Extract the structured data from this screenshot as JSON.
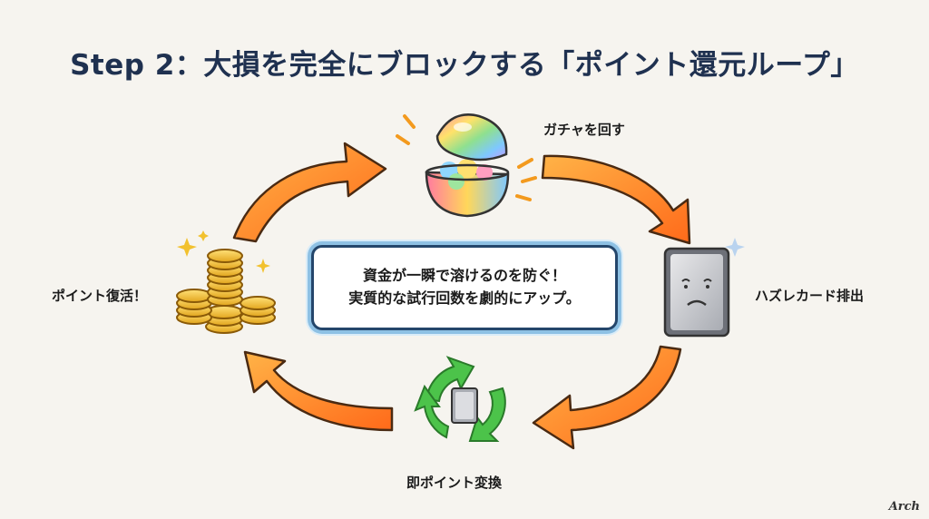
{
  "title": "Step 2：大損を完全にブロックする「ポイント還元ループ」",
  "steps": {
    "gacha": "ガチャを回す",
    "miss_card": "ハズレカード排出",
    "convert": "即ポイント変換",
    "revive": "ポイント復活！"
  },
  "center": {
    "line1": "資金が一瞬で溶けるのを防ぐ！",
    "line2": "実質的な試行回数を劇的にアップ。"
  },
  "logo": "Arch",
  "colors": {
    "title": "#1f3150",
    "arrow_start": "#ff9a2e",
    "arrow_end": "#ff6a1a",
    "recycle": "#4cc34a",
    "box_border": "#24466b"
  },
  "icons": [
    "capsule-icon",
    "sad-card-icon",
    "recycle-icon",
    "coin-stack-icon"
  ]
}
